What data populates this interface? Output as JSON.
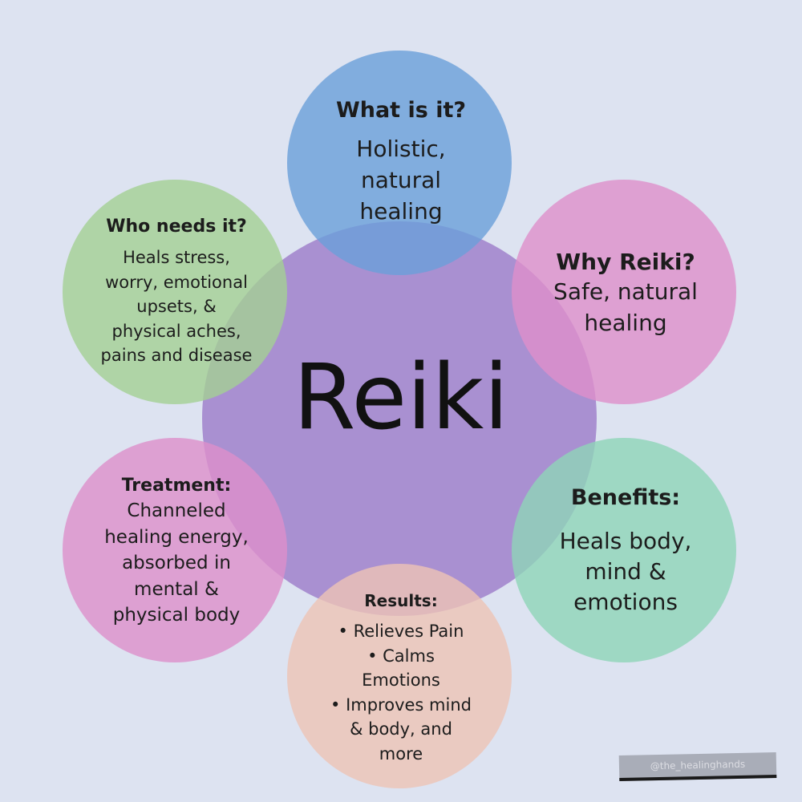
{
  "hub": {
    "label": "Reiki",
    "color": "#9c7ac9"
  },
  "nodes": [
    {
      "id": "what",
      "heading": "What is it?",
      "lines": [
        "Holistic,",
        "natural",
        "healing"
      ],
      "color": "#6a9fda"
    },
    {
      "id": "why",
      "heading": "Why Reiki?",
      "lines": [
        "Safe, natural",
        "healing"
      ],
      "color": "#de8fcb"
    },
    {
      "id": "benefits",
      "heading": "Benefits:",
      "lines": [
        "Heals body,",
        "mind &",
        "emotions"
      ],
      "color": "#8fd4b8"
    },
    {
      "id": "results",
      "heading": "Results:",
      "lines": [
        "• Relieves Pain",
        "• Calms",
        "Emotions",
        "• Improves mind",
        "& body, and",
        "more"
      ],
      "color": "#edc3b5"
    },
    {
      "id": "treatment",
      "heading": "Treatment:",
      "lines": [
        "Channeled",
        "healing energy,",
        "absorbed in",
        "mental &",
        "physical body"
      ],
      "color": "#dd8fcb"
    },
    {
      "id": "who",
      "heading": "Who needs it?",
      "lines": [
        "Heals stress,",
        "worry, emotional",
        "upsets, &",
        "physical aches,",
        "pains and disease"
      ],
      "color": "#a4cf94"
    }
  ],
  "watermark": "@the_healinghands"
}
